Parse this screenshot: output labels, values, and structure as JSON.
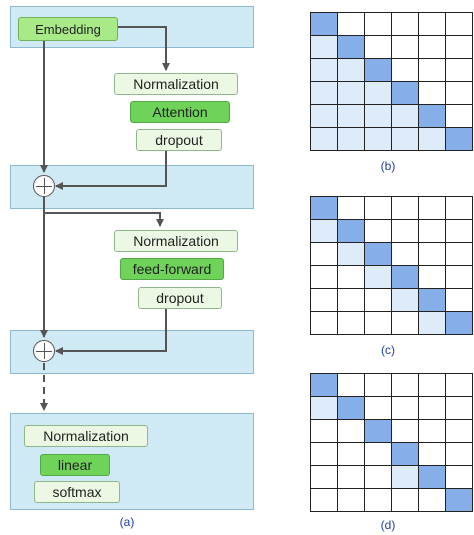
{
  "diagram": {
    "embedding_label": "Embedding",
    "block1": {
      "norm_label": "Normalization",
      "op_label": "Attention",
      "dropout_label": "dropout"
    },
    "block2": {
      "norm_label": "Normalization",
      "op_label": "feed-forward",
      "dropout_label": "dropout"
    },
    "head": {
      "norm_label": "Normalization",
      "op_label": "linear",
      "softmax_label": "softmax"
    },
    "caption": "(a)"
  },
  "matrices": [
    {
      "caption": "(b)",
      "size": 6,
      "rows": [
        [
          "diag",
          "",
          "",
          "",
          "",
          ""
        ],
        [
          "near",
          "diag",
          "",
          "",
          "",
          ""
        ],
        [
          "near",
          "near",
          "diag",
          "",
          "",
          ""
        ],
        [
          "near",
          "near",
          "near",
          "diag",
          "",
          ""
        ],
        [
          "near",
          "near",
          "near",
          "near",
          "diag",
          ""
        ],
        [
          "near",
          "near",
          "near",
          "near",
          "near",
          "diag"
        ]
      ]
    },
    {
      "caption": "(c)",
      "size": 6,
      "rows": [
        [
          "diag",
          "",
          "",
          "",
          "",
          ""
        ],
        [
          "near",
          "diag",
          "",
          "",
          "",
          ""
        ],
        [
          "",
          "near",
          "diag",
          "",
          "",
          ""
        ],
        [
          "",
          "",
          "near",
          "diag",
          "",
          ""
        ],
        [
          "",
          "",
          "",
          "near",
          "diag",
          ""
        ],
        [
          "",
          "",
          "",
          "",
          "near",
          "diag"
        ]
      ]
    },
    {
      "caption": "(d)",
      "size": 6,
      "rows": [
        [
          "diag",
          "",
          "",
          "",
          "",
          ""
        ],
        [
          "near",
          "diag",
          "",
          "",
          "",
          ""
        ],
        [
          "",
          "",
          "diag",
          "",
          "",
          ""
        ],
        [
          "",
          "",
          "",
          "diag",
          "",
          ""
        ],
        [
          "",
          "",
          "",
          "near",
          "diag",
          ""
        ],
        [
          "",
          "",
          "",
          "",
          "",
          "diag"
        ]
      ]
    }
  ],
  "colors": {
    "panel": "#cfe9f5",
    "green_strong": "#6fd35a",
    "green_light": "#ecf8e4",
    "diag_cell": "#86aee8",
    "near_cell": "#deebf9",
    "caption": "#1f3fa6"
  }
}
